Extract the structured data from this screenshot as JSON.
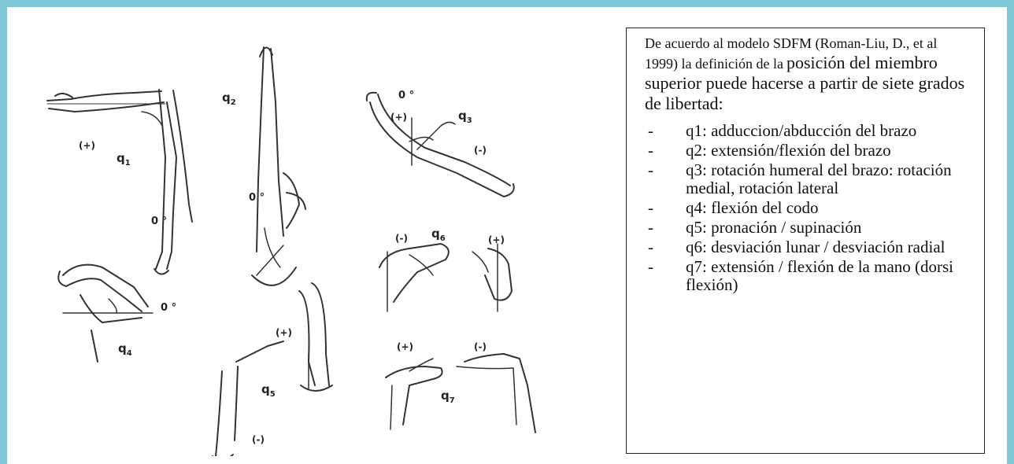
{
  "diagram": {
    "labels": {
      "q1": "q",
      "q1_sub": "1",
      "q2": "q",
      "q2_sub": "2",
      "q3": "q",
      "q3_sub": "3",
      "q4": "q",
      "q4_sub": "4",
      "q5": "q",
      "q5_sub": "5",
      "q6": "q",
      "q6_sub": "6",
      "q7": "q",
      "q7_sub": "7",
      "plus": "(+)",
      "minus": "(-)",
      "zero_deg": "0 °"
    }
  },
  "textbox": {
    "intro_small": "De acuerdo al modelo SDFM (Roman-Liu, D., et al 1999)  la definición de la",
    "intro_large": "posición del miembro superior puede hacerse a partir de siete grados de libertad:",
    "bullet": "-",
    "items": [
      "q1: adduccion/abducción del brazo",
      "q2: extensión/flexión del brazo",
      "q3: rotación humeral del brazo: rotación medial, rotación lateral",
      "q4: flexión del codo",
      "q5: pronación / supinación",
      "q6: desviación lunar / desviación radial",
      "q7: extensión / flexión de la mano (dorsi flexión)"
    ]
  },
  "colors": {
    "frame": "#7fc8d6",
    "ink": "#222222"
  }
}
